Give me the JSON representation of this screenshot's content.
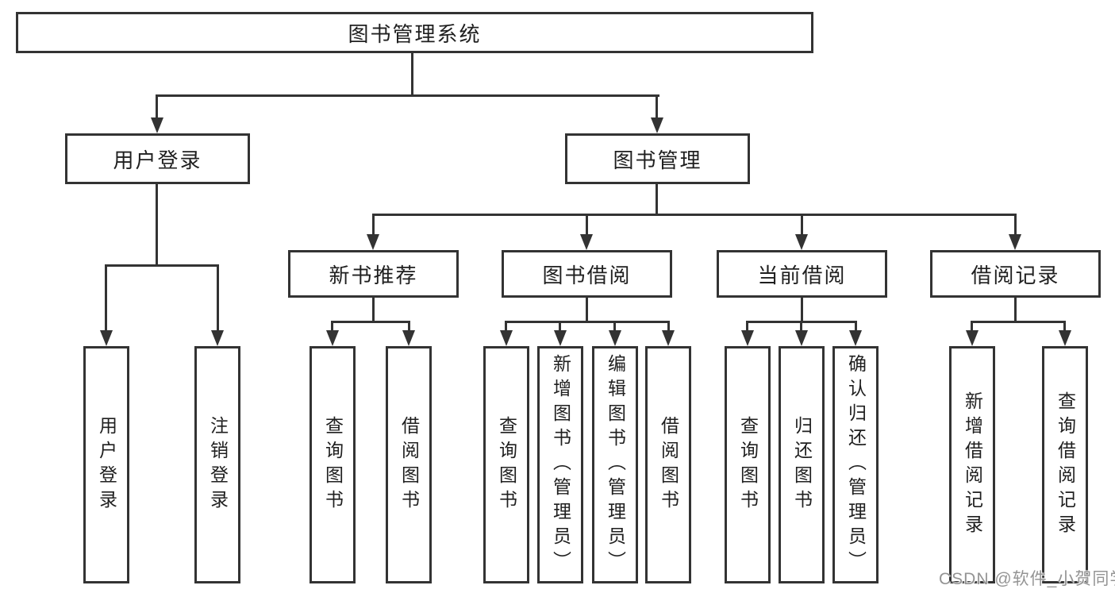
{
  "tree": {
    "root": "图书管理系统",
    "userLogin": {
      "label": "用户登录",
      "children": [
        "用户登录",
        "注销登录"
      ]
    },
    "bookManagement": {
      "label": "图书管理",
      "sections": [
        {
          "label": "新书推荐",
          "children": [
            "查询图书",
            "借阅图书"
          ]
        },
        {
          "label": "图书借阅",
          "children": [
            "查询图书",
            "新增图书（管理员）",
            "编辑图书（管理员）",
            "借阅图书"
          ]
        },
        {
          "label": "当前借阅",
          "children": [
            "查询图书",
            "归还图书",
            "确认归还（管理员）"
          ]
        },
        {
          "label": "借阅记录",
          "children": [
            "新增借阅记录",
            "查询借阅记录"
          ]
        }
      ]
    }
  },
  "watermark": {
    "text": "CSDN @软件_小贺同学"
  },
  "colors": {
    "line": "#333333",
    "text": "#1f1f1f",
    "watermark": "#949494",
    "background": "#ffffff"
  }
}
